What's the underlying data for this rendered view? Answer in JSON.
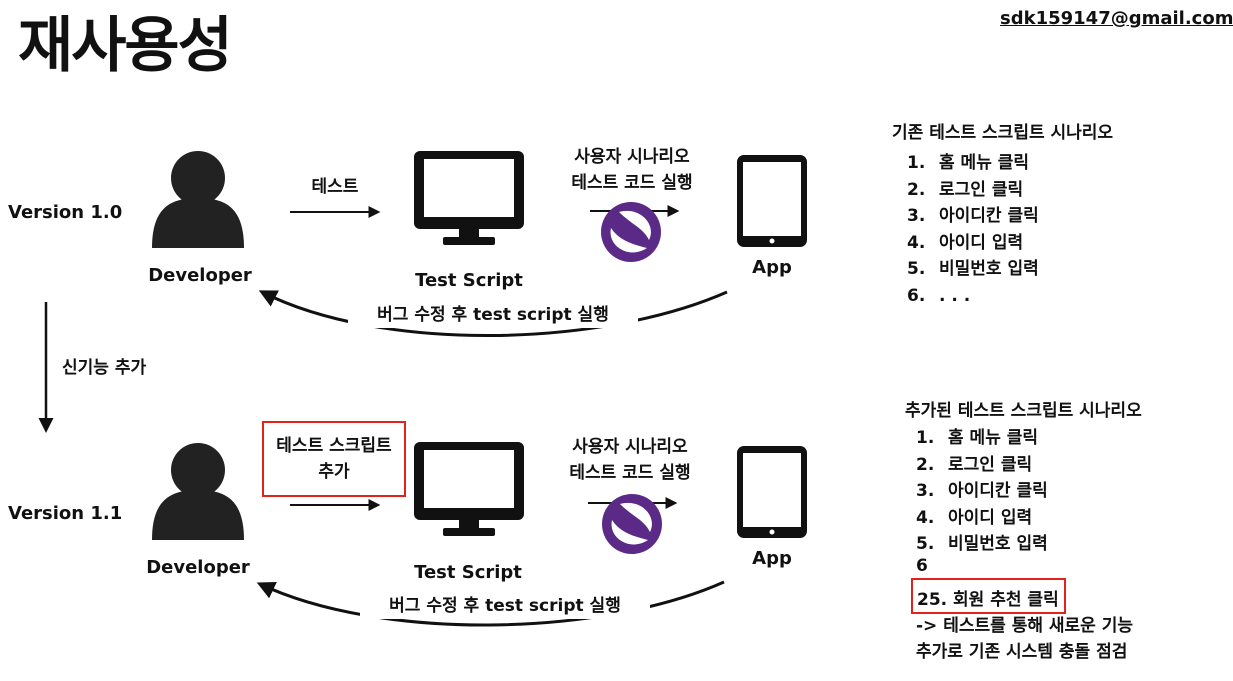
{
  "title": "재사용성",
  "email": "sdk159147@gmail.com",
  "v1": {
    "version": "Version 1.0",
    "developer": "Developer",
    "dev_to_script": "테스트",
    "test_script": "Test Script",
    "scenario_line1": "사용자 시나리오",
    "scenario_line2": "테스트 코드 실행",
    "app": "App",
    "feedback": "버그 수정 후 test script 실행"
  },
  "transition": "신기능 추가",
  "v2": {
    "version": "Version 1.1",
    "developer": "Developer",
    "dev_to_script_line1": "테스트 스크립트",
    "dev_to_script_line2": "추가",
    "test_script": "Test Script",
    "scenario_line1": "사용자 시나리오",
    "scenario_line2": "테스트 코드 실행",
    "app": "App",
    "feedback": "버그 수정 후 test script 실행"
  },
  "existing": {
    "heading": "기존 테스트 스크립트 시나리오",
    "items": [
      {
        "num": "1.",
        "text": "홈 메뉴 클릭"
      },
      {
        "num": "2.",
        "text": "로그인 클릭"
      },
      {
        "num": "3.",
        "text": "아이디칸 클릭"
      },
      {
        "num": "4.",
        "text": "아이디 입력"
      },
      {
        "num": "5.",
        "text": "비밀번호 입력"
      },
      {
        "num": "6.",
        "text": ". . ."
      }
    ]
  },
  "added": {
    "heading": "추가된 테스트 스크립트 시나리오",
    "items": [
      {
        "num": "1.",
        "text": "홈 메뉴 클릭"
      },
      {
        "num": "2.",
        "text": "로그인 클릭"
      },
      {
        "num": "3.",
        "text": "아이디칸 클릭"
      },
      {
        "num": "4.",
        "text": "아이디 입력"
      },
      {
        "num": "5.",
        "text": "비밀번호 입력"
      },
      {
        "num": "6",
        "text": ""
      }
    ],
    "highlight": "25. 회원 추천 클릭",
    "note_line1": "-> 테스트를 통해 새로운 기능",
    "note_line2": "추가로 기존 시스템 충돌 점검"
  },
  "colors": {
    "highlight": "#e0241b",
    "logo": "#5b2a86"
  }
}
